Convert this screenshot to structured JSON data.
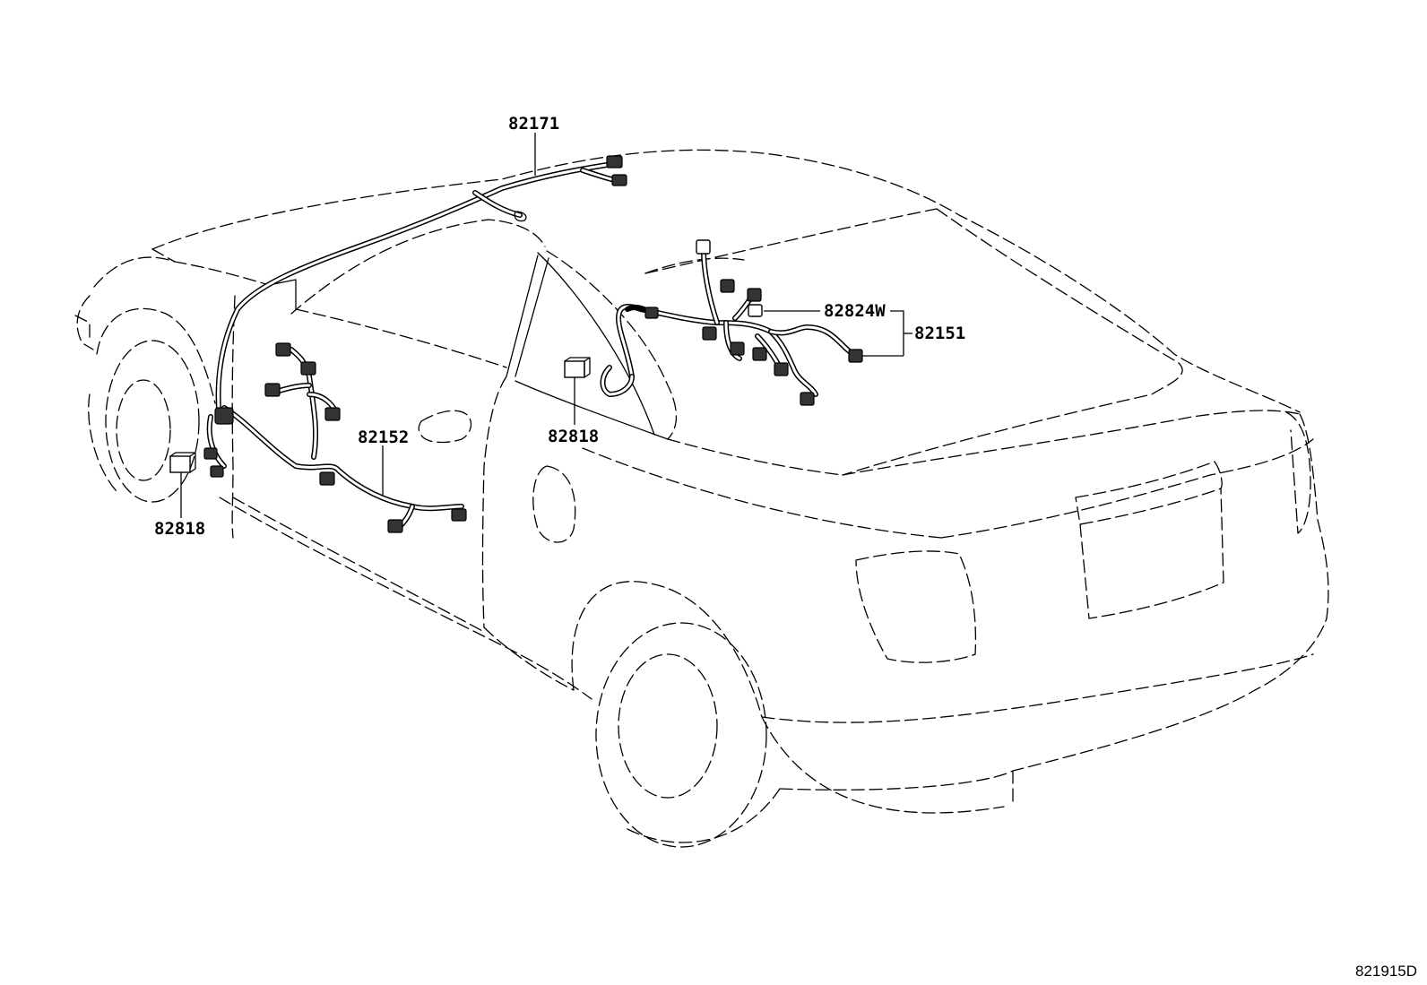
{
  "diagram": {
    "part_labels": [
      {
        "id": "82171",
        "text": "82171"
      },
      {
        "id": "82824W",
        "text": "82824W"
      },
      {
        "id": "82151",
        "text": "82151"
      },
      {
        "id": "82152",
        "text": "82152"
      },
      {
        "id": "82818-center",
        "text": "82818"
      },
      {
        "id": "82818-left",
        "text": "82818"
      }
    ],
    "figure_code": "821915D"
  }
}
